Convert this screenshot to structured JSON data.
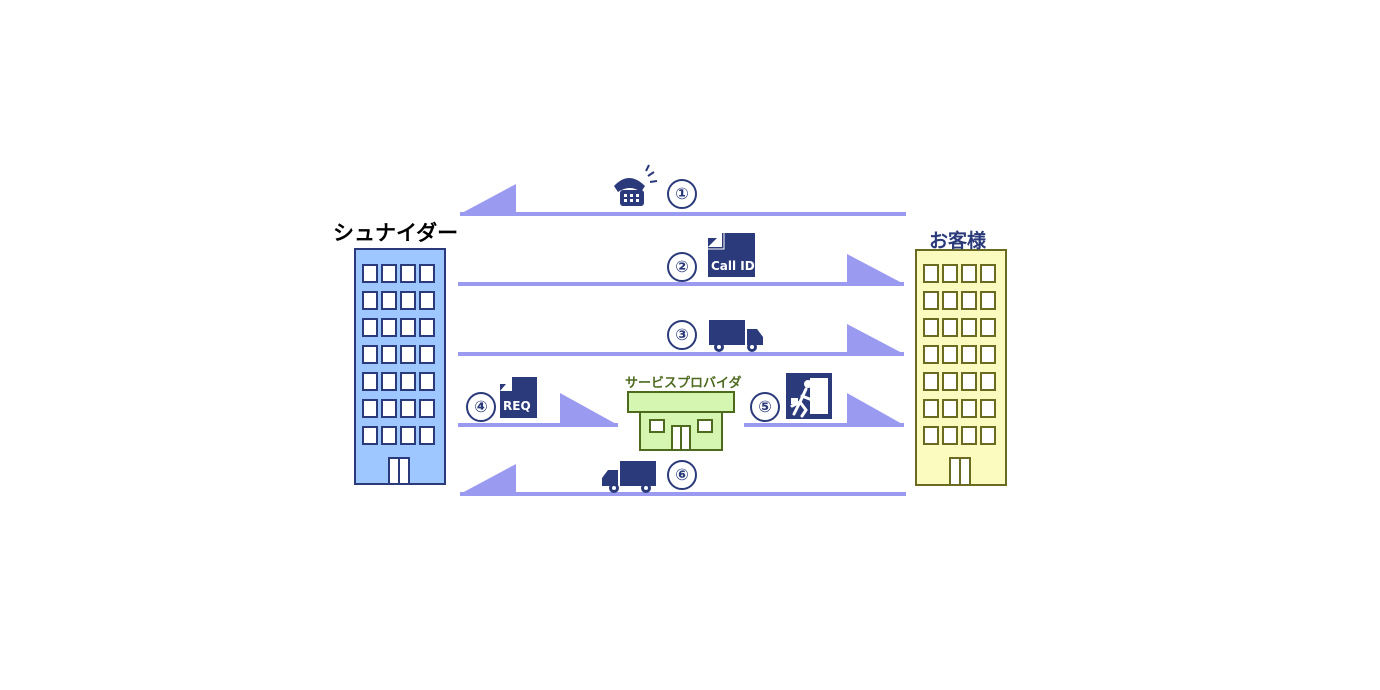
{
  "parties": {
    "left": "シュナイダー",
    "right": "お客様",
    "provider": "サービスプロバイダ"
  },
  "steps": [
    "①",
    "②",
    "③",
    "④",
    "⑤",
    "⑥"
  ],
  "badges": {
    "call_id": "Call ID",
    "req": "REQ"
  },
  "colors": {
    "arrow": "#9a9af0",
    "left_building": "#9fc7ff",
    "right_building": "#fbfbc0",
    "provider_building": "#d4f6b0",
    "icon": "#2b3a7a"
  }
}
